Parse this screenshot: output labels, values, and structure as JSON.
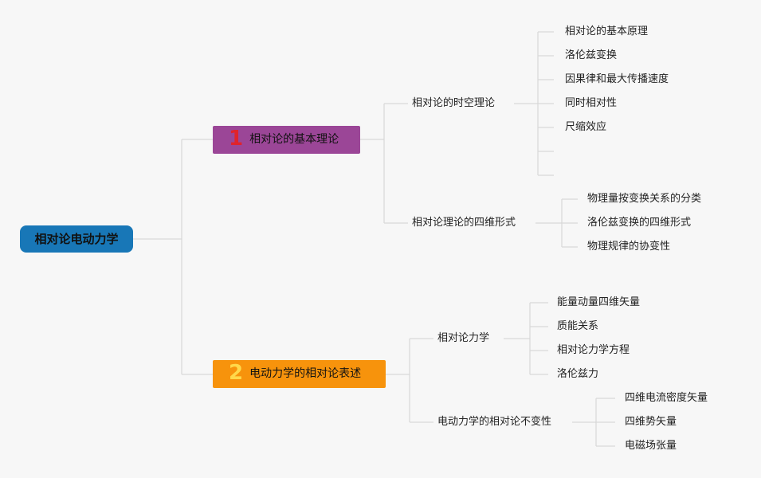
{
  "root": {
    "label": "相对论电动力学"
  },
  "branches": [
    {
      "number": "1",
      "label": "相对论的基本理论",
      "color": "#9b4697",
      "number_color": "#e0232c",
      "children": [
        {
          "label": "相对论的时空理论",
          "children": [
            "相对论的基本原理",
            "洛伦兹变换",
            "因果律和最大传播速度",
            "同时相对性",
            "尺缩效应",
            "",
            ""
          ]
        },
        {
          "label": "相对论理论的四维形式",
          "children": [
            "物理量按变换关系的分类",
            "洛伦兹变换的四维形式",
            "物理规律的协变性"
          ]
        }
      ]
    },
    {
      "number": "2",
      "label": "电动力学的相对论表述",
      "color": "#f7930c",
      "number_color": "#ffd84a",
      "children": [
        {
          "label": "相对论力学",
          "children": [
            "能量动量四维矢量",
            "质能关系",
            "相对论力学方程",
            "洛伦兹力"
          ]
        },
        {
          "label": "电动力学的相对论不变性",
          "children": [
            "四维电流密度矢量",
            "四维势矢量",
            "电磁场张量"
          ]
        }
      ]
    }
  ],
  "colors": {
    "background": "#f7f7f7",
    "root": "#1877b7",
    "line": "#d8d8d8"
  }
}
